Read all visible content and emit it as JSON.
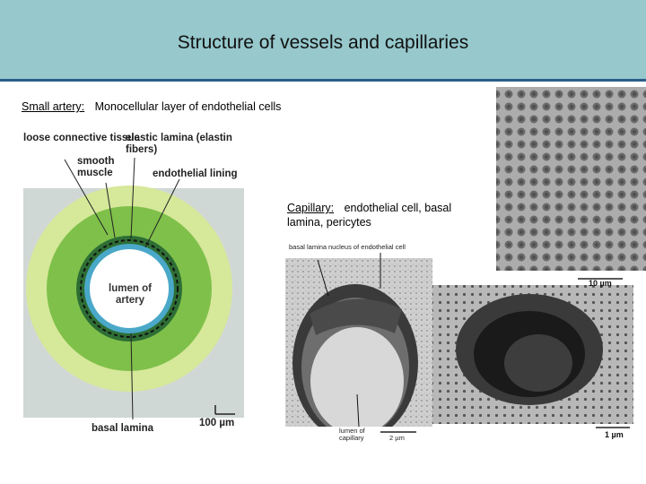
{
  "title": "Structure of vessels and capillaries",
  "small_artery": {
    "label": "Small artery:",
    "description": "Monocellular layer of endothelial cells"
  },
  "capillary": {
    "label": "Capillary:",
    "description": "endothelial cell, basal lamina, pericytes"
  },
  "artery_diagram": {
    "loose_connective_tissue": "loose connective tissue",
    "smooth_muscle": "smooth muscle",
    "elastic_lamina": "elastic lamina (elastin fibers)",
    "endothelial_lining": "endothelial lining",
    "lumen": "lumen of artery",
    "basal_lamina": "basal lamina",
    "scale": "100 µm"
  },
  "capillary_micrograph": {
    "basal_lamina": "basal lamina",
    "nucleus": "nucleus of endothelial cell",
    "lumen": "lumen of capillary",
    "scale": "2 µm"
  },
  "sem_top": {
    "scale": "10 µm"
  },
  "sem_bottom": {
    "scale": "1 µm"
  }
}
